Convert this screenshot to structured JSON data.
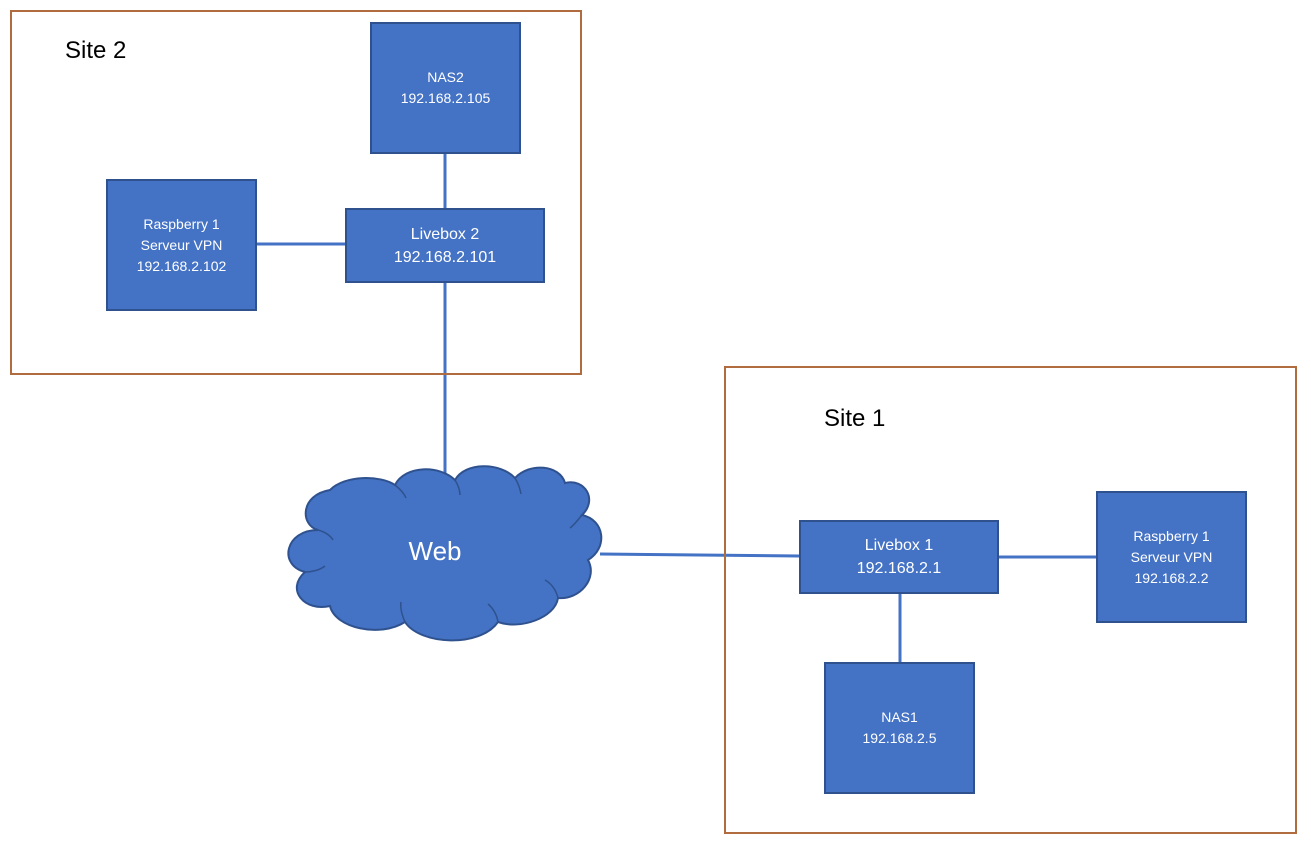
{
  "colors": {
    "node_fill": "#4472c4",
    "node_border": "#2f528f",
    "link": "#4472c4",
    "site_border": "#b06b3e",
    "text_on_node": "#ffffff"
  },
  "sites": {
    "site2": {
      "label": "Site 2"
    },
    "site1": {
      "label": "Site 1"
    }
  },
  "nodes": {
    "nas2": {
      "lines": [
        "NAS2",
        "192.168.2.105"
      ]
    },
    "raspberry2": {
      "lines": [
        "Raspberry 1",
        "Serveur VPN",
        "192.168.2.102"
      ]
    },
    "livebox2": {
      "lines": [
        "Livebox 2",
        "192.168.2.101"
      ]
    },
    "livebox1": {
      "lines": [
        "Livebox 1",
        "192.168.2.1"
      ]
    },
    "raspberry1": {
      "lines": [
        "Raspberry 1",
        "Serveur VPN",
        "192.168.2.2"
      ]
    },
    "nas1": {
      "lines": [
        "NAS1",
        "192.168.2.5"
      ]
    }
  },
  "cloud": {
    "label": "Web",
    "icon": "cloud-icon"
  }
}
